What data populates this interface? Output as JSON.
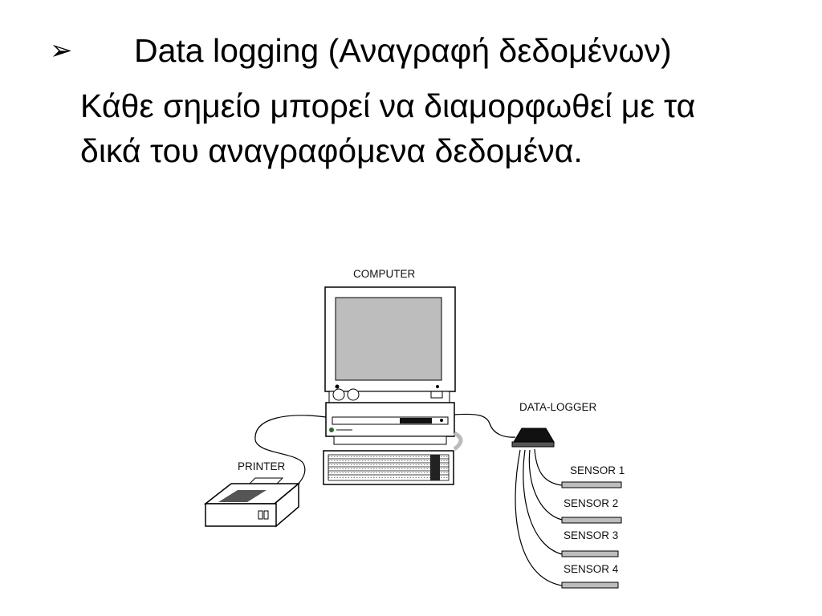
{
  "slide": {
    "bullet_symbol": "➢",
    "title": "Data logging (Αναγραφή δεδομένων)",
    "body_lines": [
      "Κάθε σημείο μπορεί να διαμορφωθεί με τα",
      "δικά του αναγραφόμενα δεδομένα."
    ]
  },
  "diagram": {
    "labels": {
      "computer": "COMPUTER",
      "data_logger": "DATA-LOGGER",
      "printer": "PRINTER",
      "sensors": [
        "SENSOR 1",
        "SENSOR 2",
        "SENSOR 3",
        "SENSOR 4"
      ]
    }
  }
}
